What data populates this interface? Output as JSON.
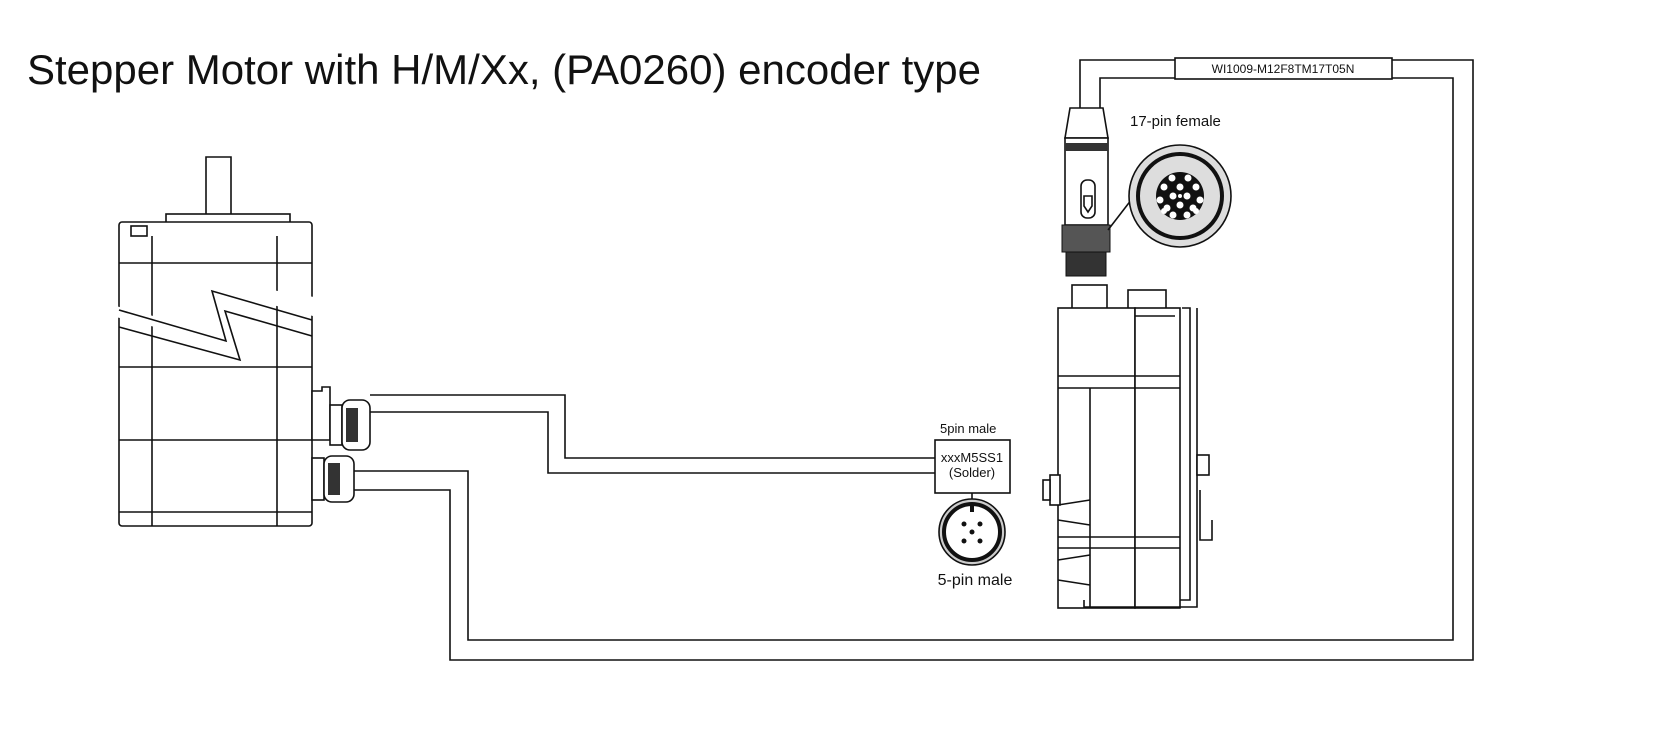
{
  "title": "Stepper Motor with H/M/Xx, (PA0260) encoder type",
  "cable_label": "WI1009-M12F8TM17T05N",
  "connector_17pin_label": "17-pin female",
  "connector_5pin_top_label": "5pin male",
  "connector_5pin_part": "xxxM5SS1",
  "connector_5pin_note": "(Solder)",
  "connector_5pin_bottom_label": "5-pin male"
}
